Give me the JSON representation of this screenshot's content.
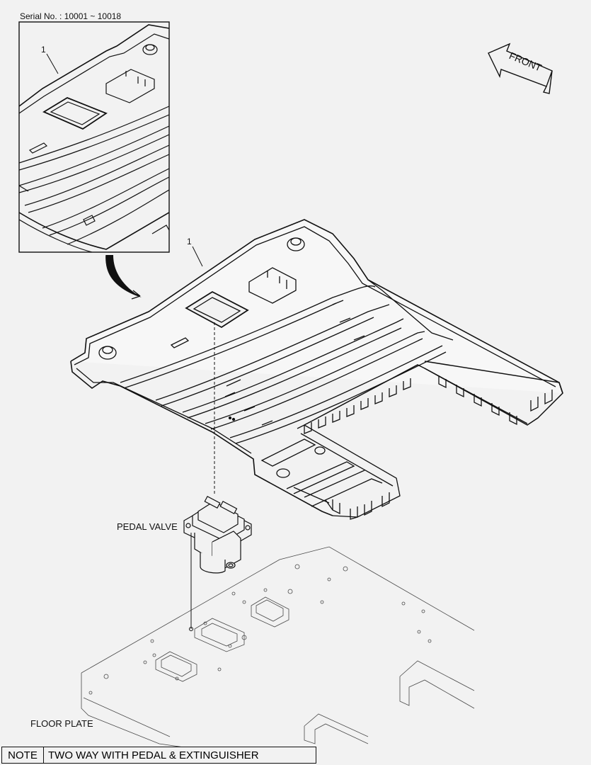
{
  "header": {
    "serial": "Serial No. : 10001 ~ 10018"
  },
  "callouts": {
    "inset_part": "1",
    "main_part": "1"
  },
  "direction": {
    "label": "FRONT"
  },
  "labels": {
    "pedal_valve": "PEDAL VALVE",
    "floor_plate": "FLOOR PLATE"
  },
  "note": {
    "label": "NOTE",
    "text": "TWO WAY WITH PEDAL & EXTINGUISHER"
  },
  "colors": {
    "line": "#111111",
    "background": "#f2f2f2",
    "mat_fill": "#f7f7f7"
  }
}
